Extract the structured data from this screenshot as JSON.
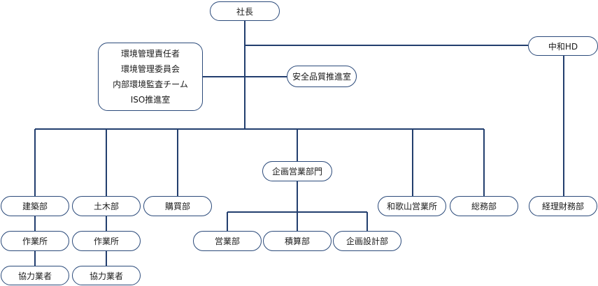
{
  "colors": {
    "line": "#223e6e",
    "border": "#2b4a7a",
    "text": "#1a1a1a"
  },
  "nodes": {
    "president": "社長",
    "holding": "中和HD",
    "quality": "安全品質推進室",
    "committee": [
      "環境管理責任者",
      "環境管理委員会",
      "内部環境監査チーム",
      "ISO推進室"
    ],
    "architecture": "建築部",
    "civil": "土木部",
    "purchasing": "購買部",
    "planning_sales": "企画営業部門",
    "wakayama": "和歌山営業所",
    "general_affairs": "総務部",
    "accounting": "経理財務部",
    "sales": "営業部",
    "estimation": "積算部",
    "planning_design": "企画設計部",
    "arch_office": "作業所",
    "civil_office": "作業所",
    "arch_partners": "協力業者",
    "civil_partners": "協力業者"
  }
}
